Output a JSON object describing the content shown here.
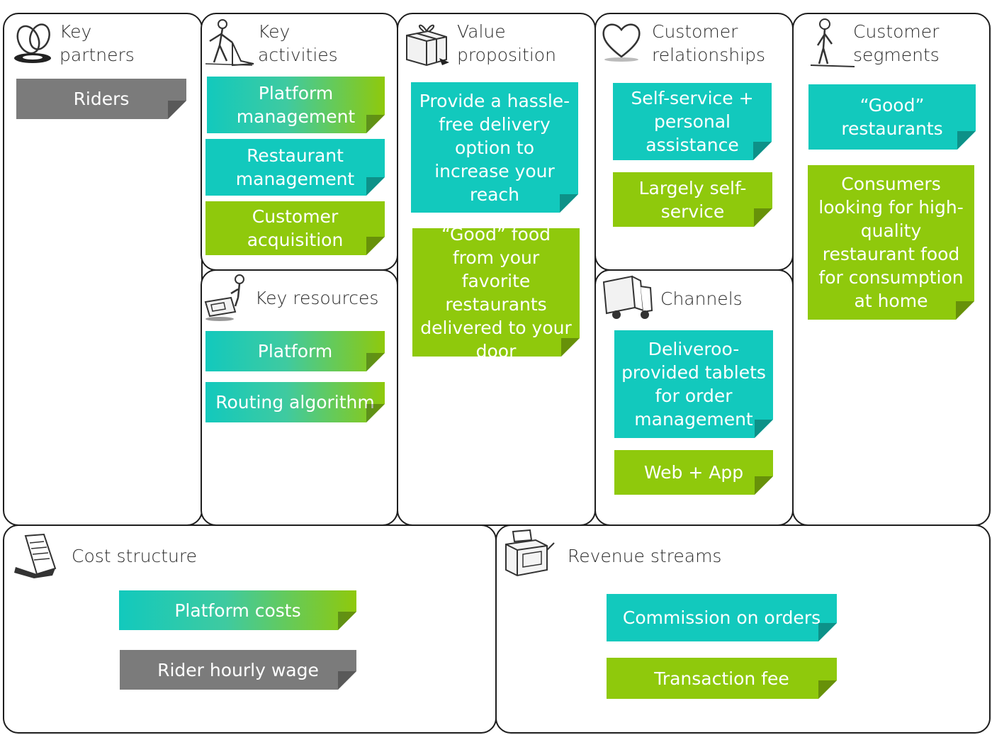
{
  "colors": {
    "teal": "#12c9bd",
    "green": "#8fc90c",
    "grey": "#7b7b7b",
    "border": "#1e1e1e"
  },
  "key_partners": {
    "title_line1": "Key",
    "title_line2": "partners",
    "icon": "rings-icon",
    "notes": [
      "Riders"
    ]
  },
  "key_activities": {
    "title_line1": "Key",
    "title_line2": "activities",
    "icon": "worker-icon",
    "notes": [
      "Platform management",
      "Restaurant management",
      "Customer acquisition"
    ]
  },
  "key_resources": {
    "title": "Key resources",
    "icon": "forklift-icon",
    "notes": [
      "Platform",
      "Routing algorithm"
    ]
  },
  "value_proposition": {
    "title_line1": "Value",
    "title_line2": "proposition",
    "icon": "gift-icon",
    "notes": [
      "Provide a hassle-free delivery option to increase your reach",
      "“Good” food from your favorite restaurants delivered to your door"
    ]
  },
  "customer_relationships": {
    "title_line1": "Customer",
    "title_line2": "relationships",
    "icon": "heart-icon",
    "notes": [
      "Self-service + personal assistance",
      "Largely self-service"
    ]
  },
  "channels": {
    "title": "Channels",
    "icon": "truck-icon",
    "notes": [
      "Deliveroo-provided tablets for order management",
      "Web + App"
    ]
  },
  "customer_segments": {
    "title_line1": "Customer",
    "title_line2": "segments",
    "icon": "person-icon",
    "notes": [
      "“Good” restaurants",
      "Consumers looking for high-quality restaurant food for consumption at home"
    ]
  },
  "cost_structure": {
    "title": "Cost structure",
    "icon": "receipt-icon",
    "notes": [
      "Platform costs",
      "Rider hourly wage"
    ]
  },
  "revenue_streams": {
    "title": "Revenue streams",
    "icon": "cash-register-icon",
    "notes": [
      "Commission on orders",
      "Transaction fee"
    ]
  }
}
